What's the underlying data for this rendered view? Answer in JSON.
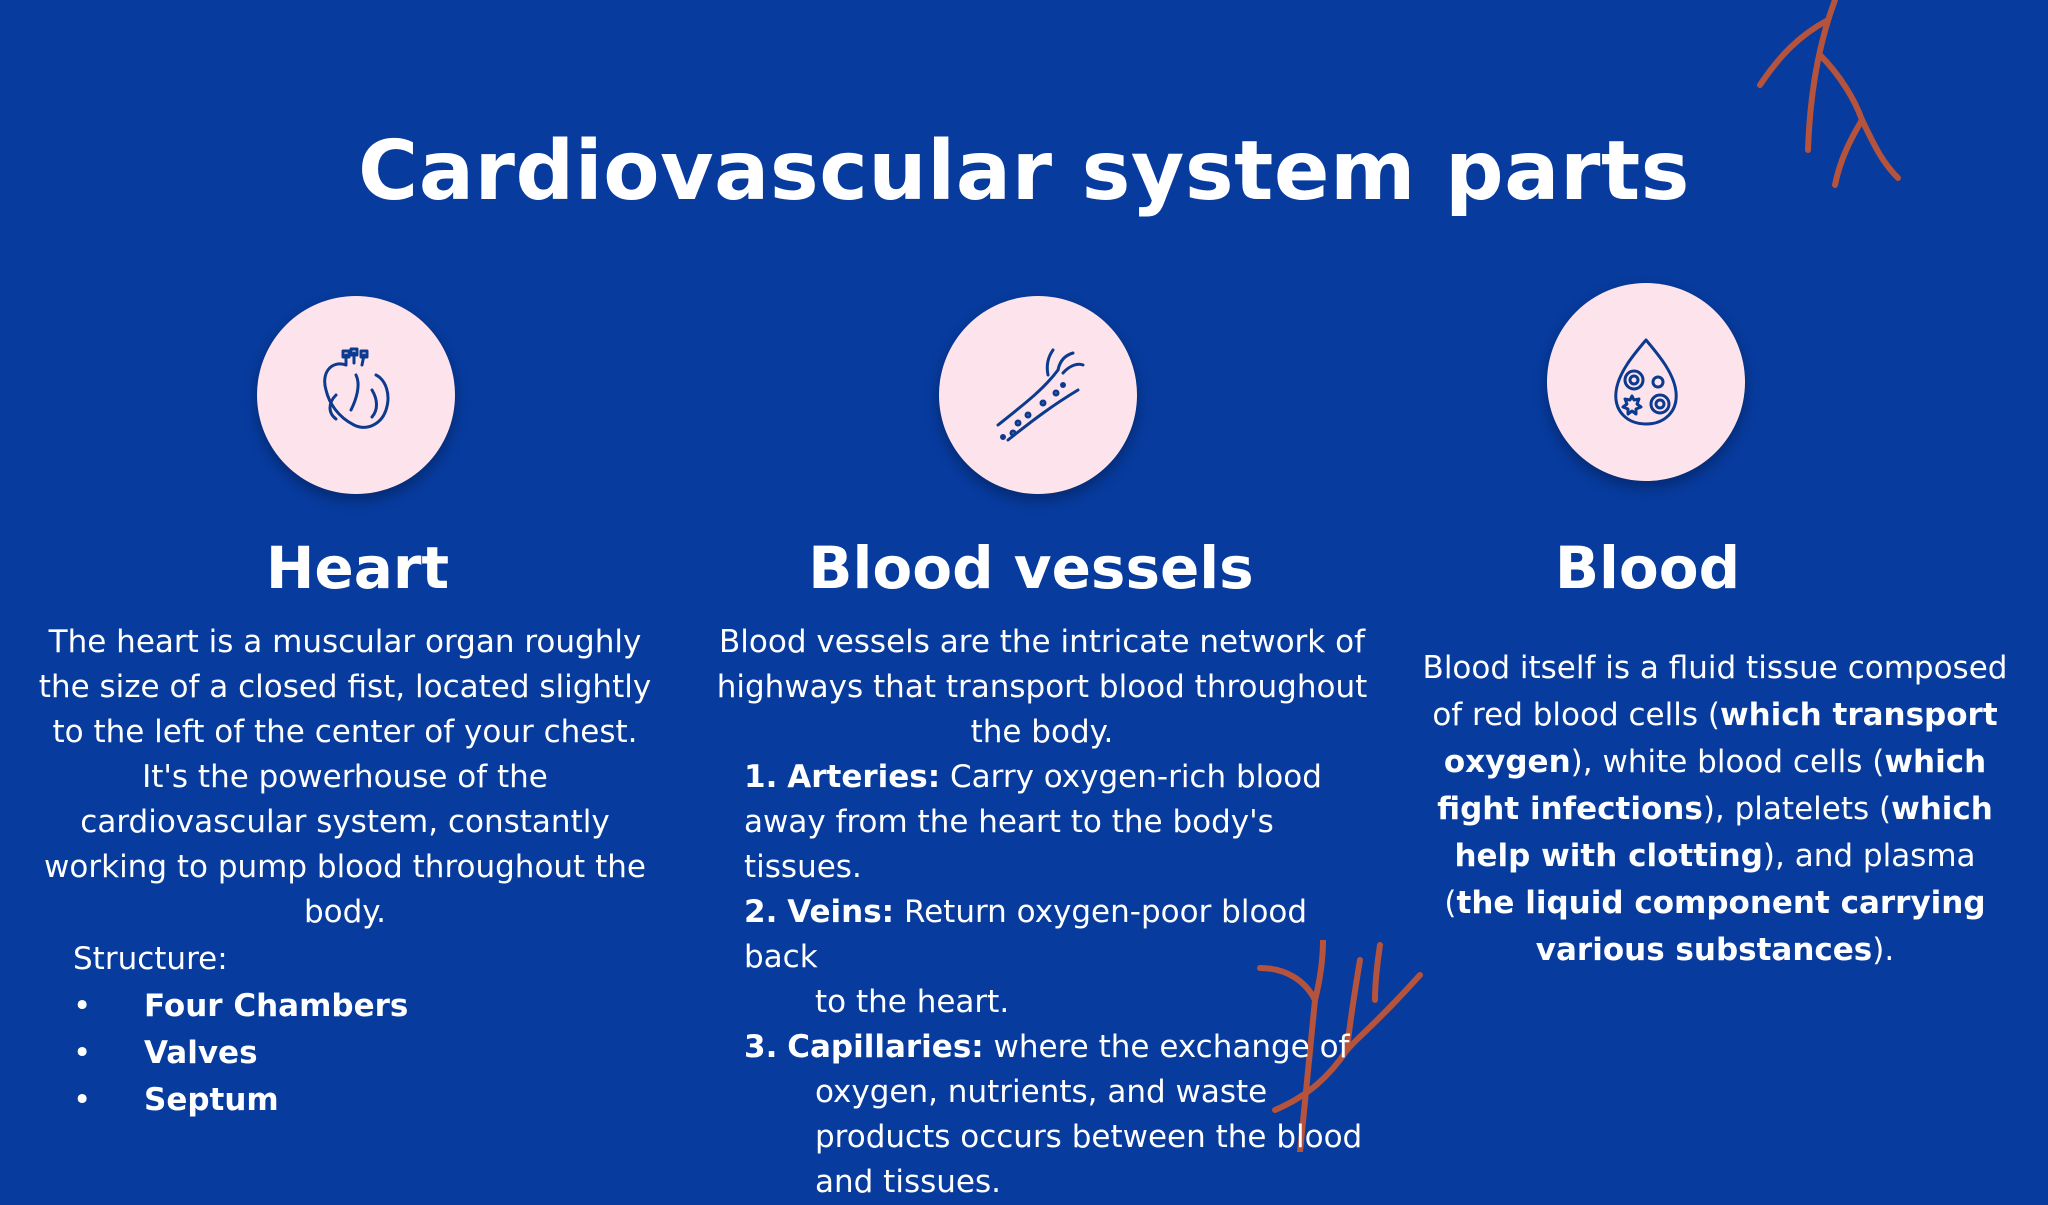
{
  "title": "Cardiovascular system parts",
  "colors": {
    "background": "#073b9e",
    "circle": "#fde4ec",
    "icon_stroke": "#0b3a8f",
    "branch": "#b5533c"
  },
  "heart": {
    "icon": "heart-organ-icon",
    "heading": "Heart",
    "description": "The heart is a muscular organ roughly the size of a closed fist, located slightly to the left of the center of your chest. It's the powerhouse of the cardiovascular system, constantly working to pump blood throughout the body.",
    "structure_label": "Structure:",
    "structure_items": [
      "Four Chambers",
      "Valves",
      "Septum"
    ]
  },
  "vessels": {
    "icon": "blood-vessel-icon",
    "heading": "Blood vessels",
    "description": "Blood vessels are the intricate network of highways that transport blood throughout the body.",
    "items": [
      {
        "num": "1.",
        "name": "Arteries:",
        "line1": "Carry oxygen-rich blood",
        "rest": "away from the heart to the body's tissues."
      },
      {
        "num": "2.",
        "name": "Veins:",
        "line1": "Return oxygen-poor blood back",
        "rest": "to the heart."
      },
      {
        "num": "3.",
        "name": "Capillaries:",
        "line1": "where the exchange of",
        "rest": "oxygen, nutrients, and waste products occurs between the blood and tissues."
      }
    ]
  },
  "blood": {
    "icon": "blood-drop-cells-icon",
    "heading": "Blood",
    "t1": "Blood itself is a fluid tissue composed of red blood cells (",
    "b1": "which transport oxygen",
    "t2": "), white blood cells (",
    "b2": "which fight infections",
    "t3": "), platelets (",
    "b3": "which help with clotting",
    "t4": "), and plasma (",
    "b4": "the liquid component carrying various substances",
    "t5": ")."
  },
  "decorations": [
    "branch-top-right",
    "branch-bottom-center"
  ]
}
